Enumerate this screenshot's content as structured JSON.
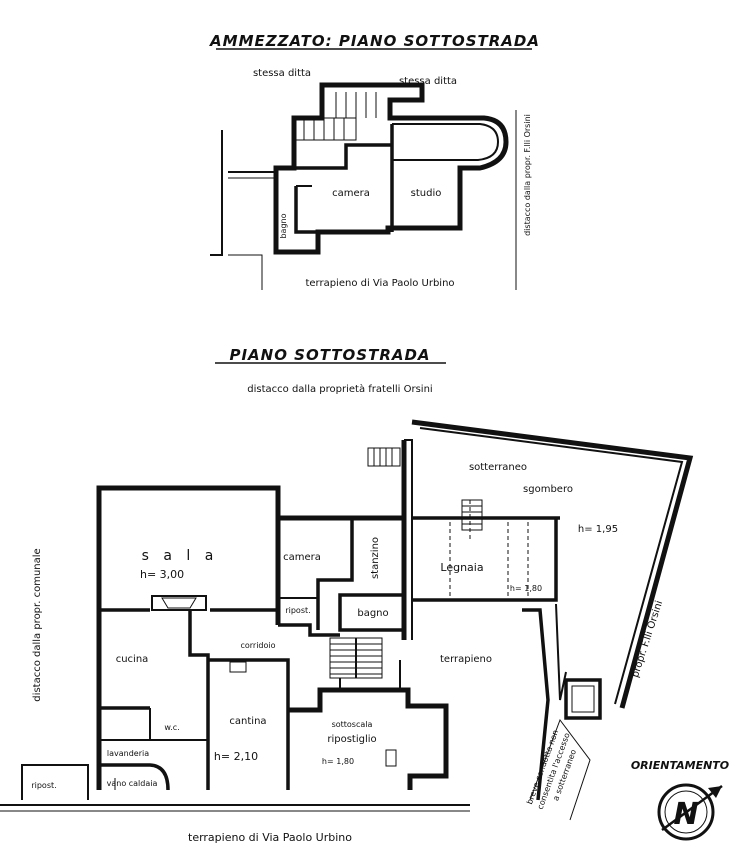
{
  "upper_plan": {
    "title": "AMMEZZATO: PIANO SOTTOSTRADA",
    "label_stessa_ditta_left": "stessa ditta",
    "label_stessa_ditta_right": "stessa ditta",
    "room_camera": "camera",
    "room_studio": "studio",
    "room_bagno": "bagno",
    "label_distacco_right": "distacco dalla propr. F.lli Orsini",
    "label_terrapieno": "terrapieno di Via Paolo Urbino"
  },
  "lower_plan": {
    "title": "PIANO SOTTOSTRADA",
    "label_distacco_top": "distacco dalla proprietà fratelli Orsini",
    "label_distacco_left": "distacco dalla propr. comunale",
    "label_propr_right": "propr. F.lli Orsini",
    "room_sala": "s a l a",
    "height_sala": "h= 3,00",
    "room_camera": "camera",
    "room_stanzino": "stanzino",
    "room_ripost_small": "ripost.",
    "room_bagno": "bagno",
    "room_corridoio": "corridoio",
    "room_cucina": "cucina",
    "room_wc": "w.c.",
    "room_lavanderia": "lavanderia",
    "room_vano_caldaia": "vano caldaia",
    "room_cantina": "cantina",
    "height_cantina": "h= 2,10",
    "room_sottoscala": "sottoscala",
    "room_ripostiglio": "ripostiglio",
    "height_ripostiglio": "h= 1,80",
    "room_sotterraneo": "sotterraneo",
    "room_sgombero": "sgombero",
    "height_sotterraneo": "h= 1,95",
    "room_legnaia": "Legnaia",
    "height_legnaia": "h= 1,80",
    "label_terrapieno_mid": "terrapieno",
    "label_ripost_left": "ripost.",
    "label_breve_condotta": "breve condotta non",
    "label_breve_condotta_2": "consentita l'accesso",
    "label_breve_condotta_3": "a sotterraneo",
    "label_terrapieno_bottom": "terrapieno di Via Paolo Urbino"
  },
  "orientation": {
    "label": "ORIENTAMENTO",
    "glyph": "N"
  }
}
